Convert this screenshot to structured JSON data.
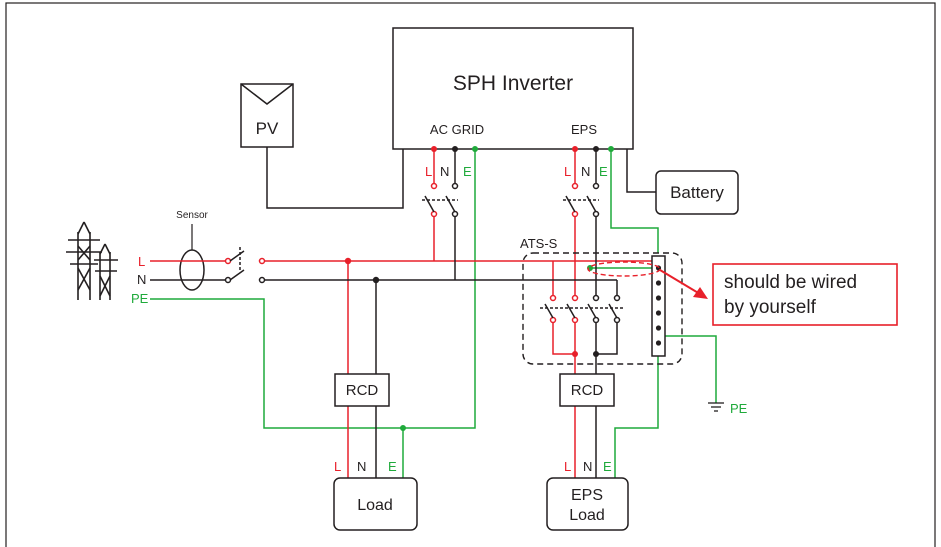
{
  "inverter": {
    "title": "SPH Inverter",
    "ac_grid": "AC GRID",
    "eps": "EPS"
  },
  "pv": {
    "label": "PV"
  },
  "battery": {
    "label": "Battery"
  },
  "sensor": {
    "label": "Sensor"
  },
  "grid_labels": {
    "l": "L",
    "n": "N",
    "pe": "PE"
  },
  "ac_terminals": {
    "l": "L",
    "n": "N",
    "e": "E"
  },
  "eps_terminals": {
    "l": "L",
    "n": "N",
    "e": "E"
  },
  "ats": {
    "label": "ATS-S"
  },
  "rcd_left": {
    "label": "RCD"
  },
  "rcd_right": {
    "label": "RCD"
  },
  "load_left": {
    "label": "Load",
    "l": "L",
    "n": "N",
    "e": "E"
  },
  "load_right": {
    "line1": "EPS",
    "line2": "Load",
    "l": "L",
    "n": "N",
    "e": "E"
  },
  "note": {
    "line1": "should be wired",
    "line2": "by yourself"
  },
  "ground": {
    "label": "PE"
  },
  "colors": {
    "live": "#e8202a",
    "earth": "#1faa3b",
    "neutral": "#231f20"
  }
}
